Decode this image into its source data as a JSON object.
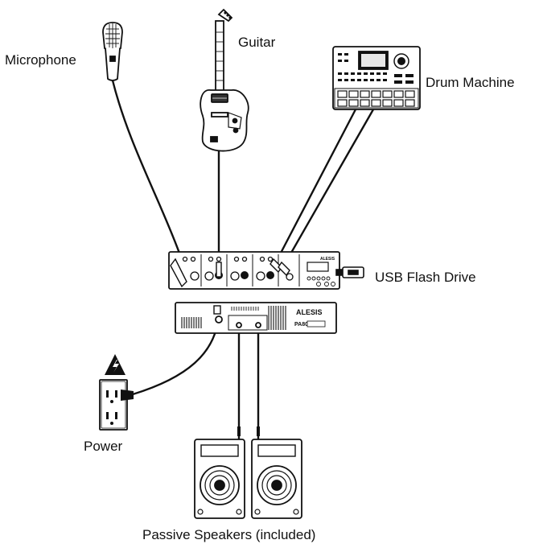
{
  "labels": {
    "microphone": "Microphone",
    "guitar": "Guitar",
    "drum_machine": "Drum Machine",
    "usb_flash_drive": "USB Flash Drive",
    "power": "Power",
    "passive_speakers": "Passive Speakers (included)"
  },
  "devices": {
    "mixer_brand": "ALESIS",
    "amp_brand": "ALESIS",
    "amp_model": "PA80"
  },
  "icons": {
    "microphone": "microphone-icon",
    "guitar": "electric-guitar-icon",
    "drum_machine": "drum-machine-icon",
    "mixer": "mixer-icon",
    "usb": "usb-flash-drive-icon",
    "amplifier": "power-amplifier-icon",
    "power_outlet": "power-outlet-icon",
    "warning": "high-voltage-warning-icon",
    "speaker": "speaker-icon"
  },
  "colors": {
    "line": "#111111",
    "background": "#ffffff"
  }
}
